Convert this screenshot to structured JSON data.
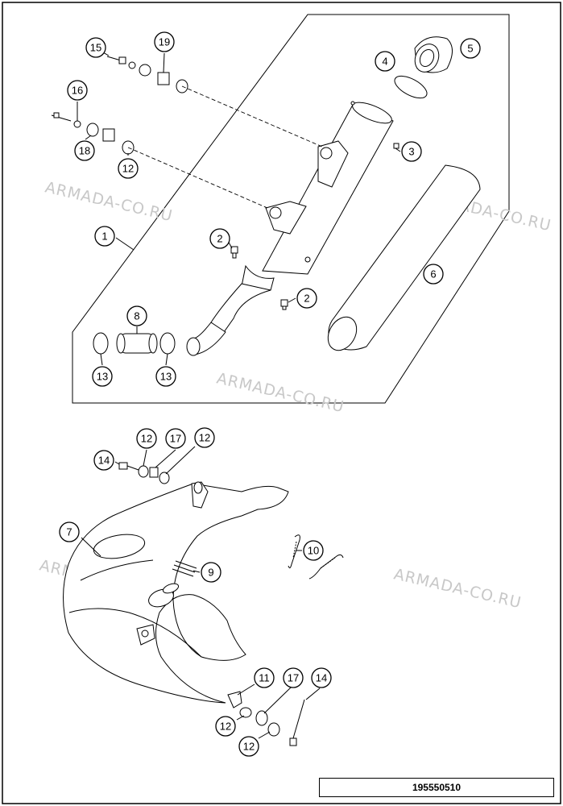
{
  "watermarks": [
    "ARMADA-CO.RU",
    "ARMADA-CO.RU",
    "ARMADA-CO.RU",
    "ARMADA-CO.RU",
    "ARMADA-CO.RU"
  ],
  "document_number": "195550510",
  "callouts": {
    "c1": "1",
    "c2a": "2",
    "c2b": "2",
    "c3": "3",
    "c4": "4",
    "c5": "5",
    "c6": "6",
    "c7": "7",
    "c8": "8",
    "c9": "9",
    "c10": "10",
    "c11": "11",
    "c12a": "12",
    "c12b": "12",
    "c12c": "12",
    "c12d": "12",
    "c12e": "12",
    "c13a": "13",
    "c13b": "13",
    "c14a": "14",
    "c14b": "14",
    "c15": "15",
    "c16": "16",
    "c17a": "17",
    "c17b": "17",
    "c18": "18",
    "c19": "19"
  }
}
